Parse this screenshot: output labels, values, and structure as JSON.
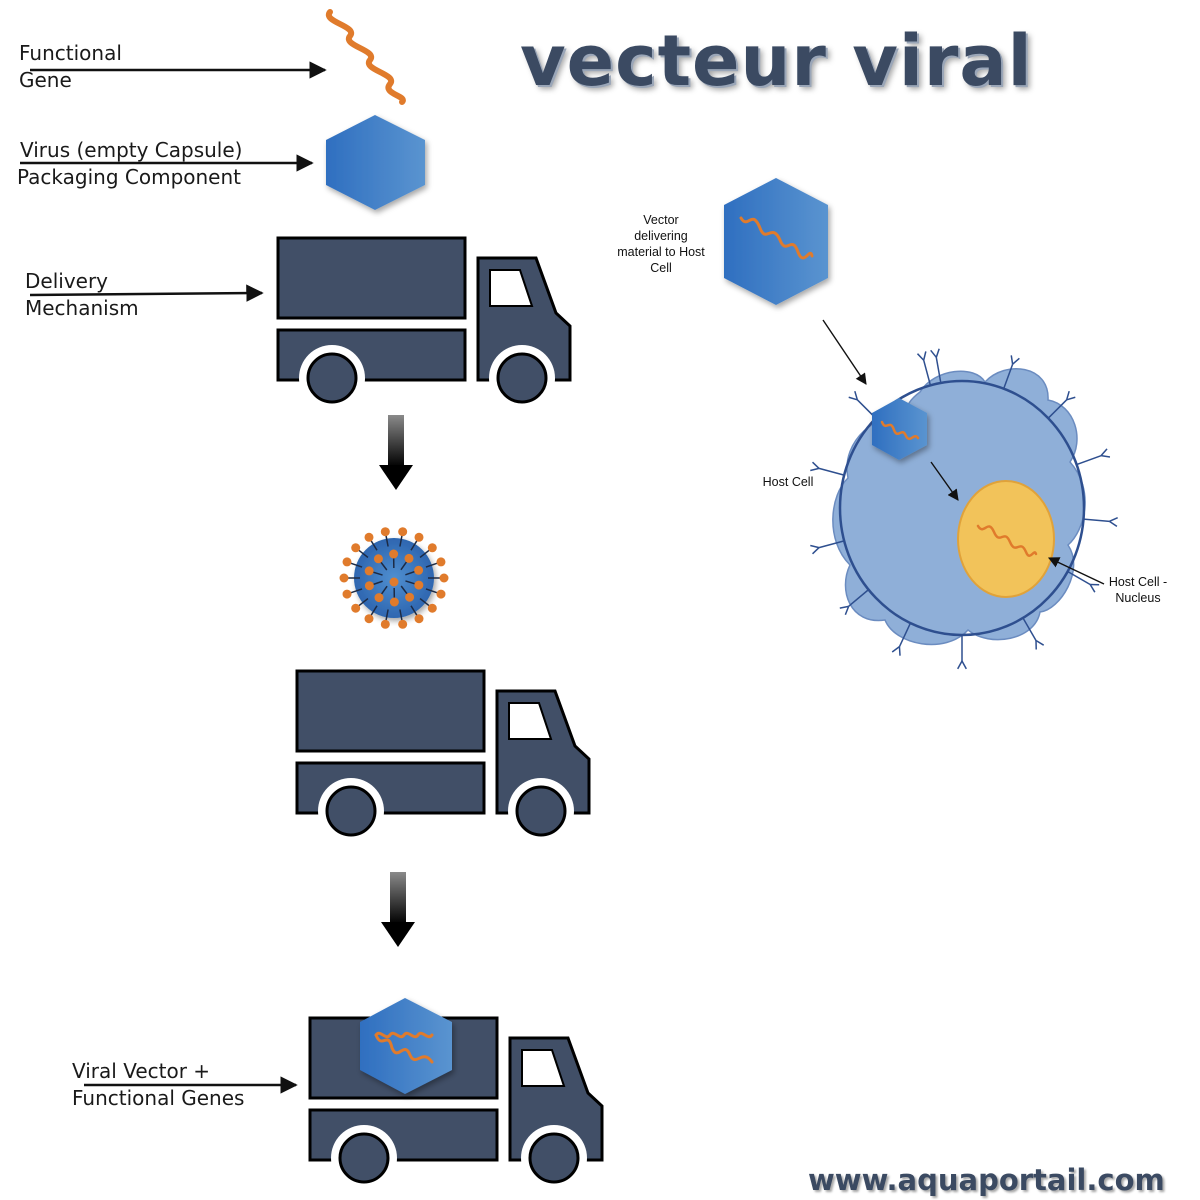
{
  "title": "vecteur viral",
  "footer_url": "www.aquaportail.com",
  "labels": {
    "functional_gene": [
      "Functional",
      "Gene"
    ],
    "virus_capsule": [
      "Virus (empty Capsule)",
      "Packaging Component"
    ],
    "delivery_mechanism": [
      "Delivery",
      "Mechanism"
    ],
    "viral_vector_genes": [
      "Viral Vector +",
      "Functional Genes"
    ],
    "vector_delivering": [
      "Vector",
      "delivering",
      "material to Host",
      "Cell"
    ],
    "host_cell": "Host Cell",
    "host_cell_nucleus": [
      "Host Cell -",
      "Nucleus"
    ]
  },
  "colors": {
    "truck": "#414f67",
    "capsule_blue": "#3f7fc6",
    "gene_orange": "#e07b2c",
    "cell_fill": "#8fafd8",
    "cell_outline": "#2e4f8f",
    "nucleus": "#f2c35a",
    "title": "#3b4a62"
  },
  "icons": [
    "dna-strand-icon",
    "capsule-hexagon-icon",
    "truck-icon",
    "down-arrow-icon",
    "virus-particle-icon",
    "host-cell-icon",
    "nucleus-icon"
  ]
}
